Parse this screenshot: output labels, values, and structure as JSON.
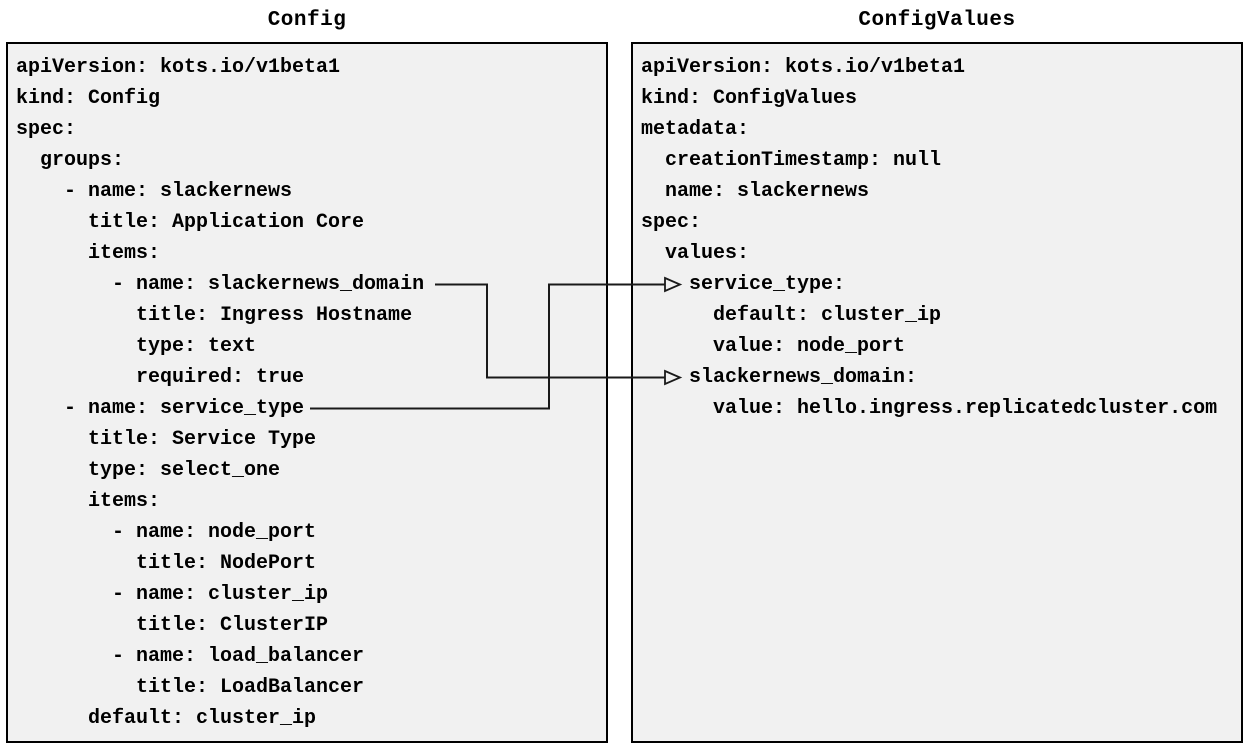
{
  "colors": {
    "panel_bg": "#f1f1f1",
    "panel_border": "#000000",
    "text": "#000000",
    "connector": "#1a1a1a",
    "page_bg": "#ffffff"
  },
  "panels": [
    {
      "title": "Config",
      "yaml_lines": [
        "apiVersion: kots.io/v1beta1",
        "kind: Config",
        "spec:",
        "  groups:",
        "    - name: slackernews",
        "      title: Application Core",
        "      items:",
        "        - name: slackernews_domain",
        "          title: Ingress Hostname",
        "          type: text",
        "          required: true",
        "    - name: service_type",
        "      title: Service Type",
        "      type: select_one",
        "      items:",
        "        - name: node_port",
        "          title: NodePort",
        "        - name: cluster_ip",
        "          title: ClusterIP",
        "        - name: load_balancer",
        "          title: LoadBalancer",
        "      default: cluster_ip"
      ]
    },
    {
      "title": "ConfigValues",
      "yaml_lines": [
        "apiVersion: kots.io/v1beta1",
        "kind: ConfigValues",
        "metadata:",
        "  creationTimestamp: null",
        "  name: slackernews",
        "spec:",
        "  values:",
        "    service_type:",
        "      default: cluster_ip",
        "      value: node_port",
        "    slackernews_domain:",
        "      value: hello.ingress.replicatedcluster.com"
      ]
    }
  ],
  "connectors": [
    {
      "from": "Config item slackernews_domain",
      "to": "ConfigValues value slackernews_domain"
    },
    {
      "from": "Config item service_type",
      "to": "ConfigValues value service_type"
    }
  ]
}
